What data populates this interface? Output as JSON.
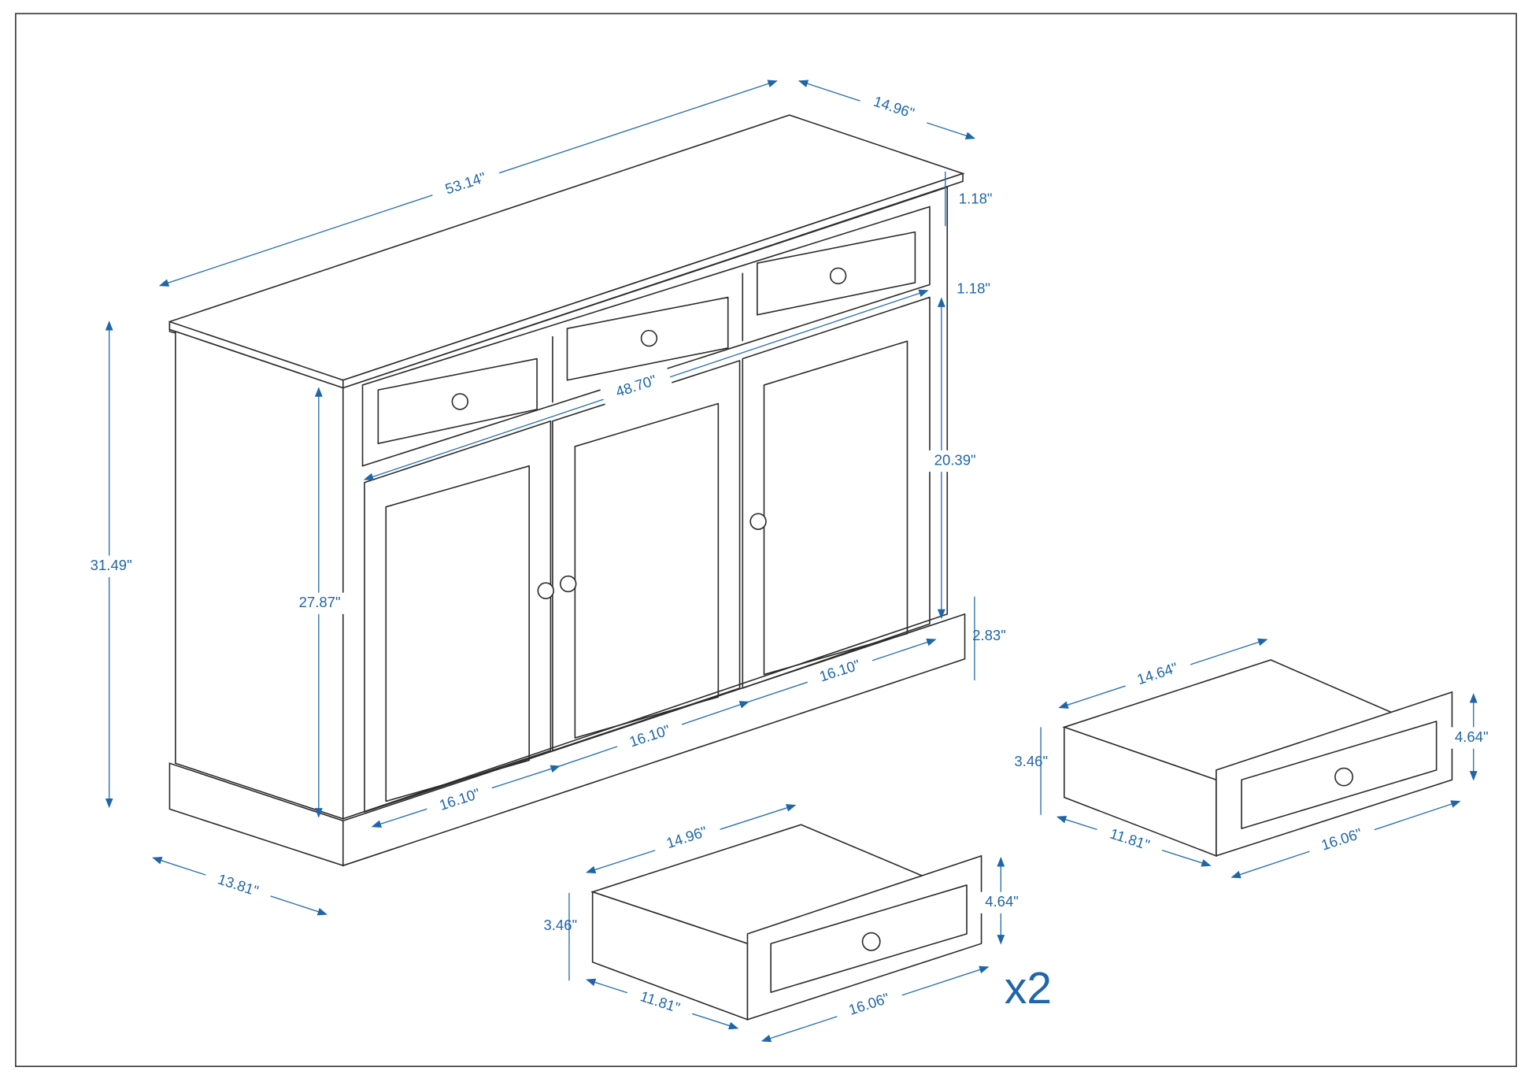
{
  "colors": {
    "dimension": "#1f66a8",
    "line": "#2b2b2b"
  },
  "cabinet": {
    "length": "53.14\"",
    "depth_top": "14.96\"",
    "top_thickness": "1.18\"",
    "rail_thickness": "1.18\"",
    "inner_width": "48.70\"",
    "door_height": "20.39\"",
    "total_height": "31.49\"",
    "inner_height": "27.87\"",
    "base_height": "2.83\"",
    "door_width_1": "16.10\"",
    "door_width_2": "16.10\"",
    "door_width_3": "16.10\"",
    "base_depth": "13.81\""
  },
  "drawer_single": {
    "depth": "14.64\"",
    "side_height": "3.46\"",
    "front_height": "4.64\"",
    "inner_width": "11.81\"",
    "front_width": "16.06\""
  },
  "drawer_double": {
    "depth": "14.96\"",
    "side_height": "3.46\"",
    "front_height": "4.64\"",
    "inner_width": "11.81\"",
    "front_width": "16.06\"",
    "quantity": "x2"
  }
}
